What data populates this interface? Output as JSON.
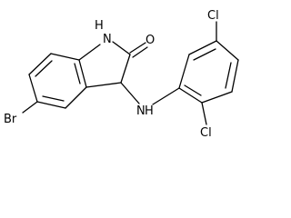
{
  "molecule": {
    "atom_labels": {
      "nh_ring": "H",
      "n_ring": "N",
      "carbonyl_o": "O",
      "amine_n": "N",
      "amine_h": "H",
      "bromo": "Br",
      "chloro_top": "Cl",
      "chloro_bottom": "Cl"
    },
    "colors": {
      "bond": "#000000",
      "text": "#000000",
      "background": "#ffffff"
    }
  }
}
